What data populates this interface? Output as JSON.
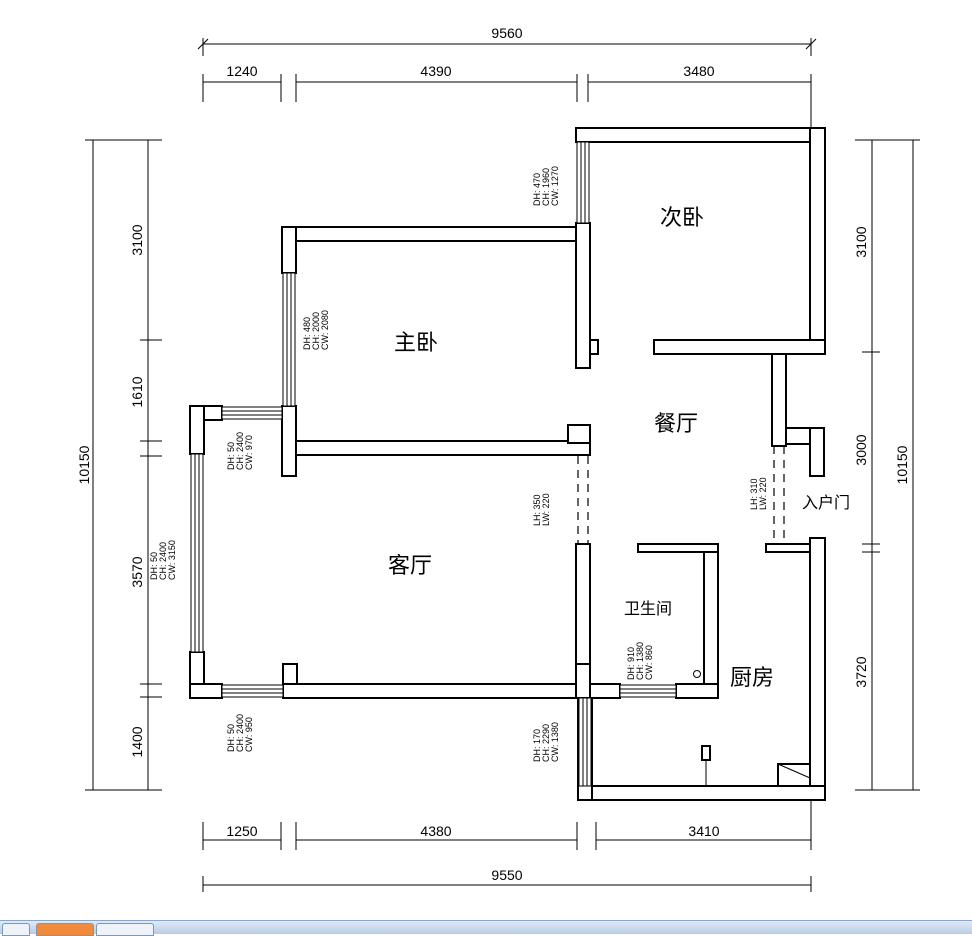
{
  "dimensions": {
    "top_total": "9560",
    "top_segments": [
      "1240",
      "4390",
      "3480"
    ],
    "bottom_total": "9550",
    "bottom_segments": [
      "1250",
      "4380",
      "3410"
    ],
    "left_total": "10150",
    "left_segments": [
      "3100",
      "1610",
      "3570",
      "1400"
    ],
    "right_total": "10150",
    "right_segments": [
      "3100",
      "3000",
      "3720"
    ]
  },
  "rooms": {
    "secondary_bedroom": "次卧",
    "master_bedroom": "主卧",
    "dining_room": "餐厅",
    "living_room": "客厅",
    "bathroom": "卫生间",
    "kitchen": "厨房",
    "entrance_door": "入户门"
  },
  "openings": {
    "w1": [
      "DH: 470",
      "CH: 1960",
      "CW: 1270"
    ],
    "w2": [
      "DH: 480",
      "CH: 2000",
      "CW: 2080"
    ],
    "w3": [
      "DH: 50",
      "CH: 2400",
      "CW: 970"
    ],
    "w4": [
      "DH: 50",
      "CH: 2400",
      "CW: 3150"
    ],
    "w5": [
      "DH: 50",
      "CH: 2400",
      "CW: 950"
    ],
    "w6": [
      "DH: 170",
      "CH: 2290",
      "CW: 1380"
    ],
    "w7": [
      "DH: 910",
      "CH: 1380",
      "CW: 860"
    ],
    "d1": [
      "LH: 350",
      "LW: 220"
    ],
    "d2": [
      "LH: 310",
      "LW: 220"
    ]
  },
  "taskbar": {
    "items": [
      "app-icon-1",
      "app-icon-2",
      "app-icon-3"
    ]
  }
}
